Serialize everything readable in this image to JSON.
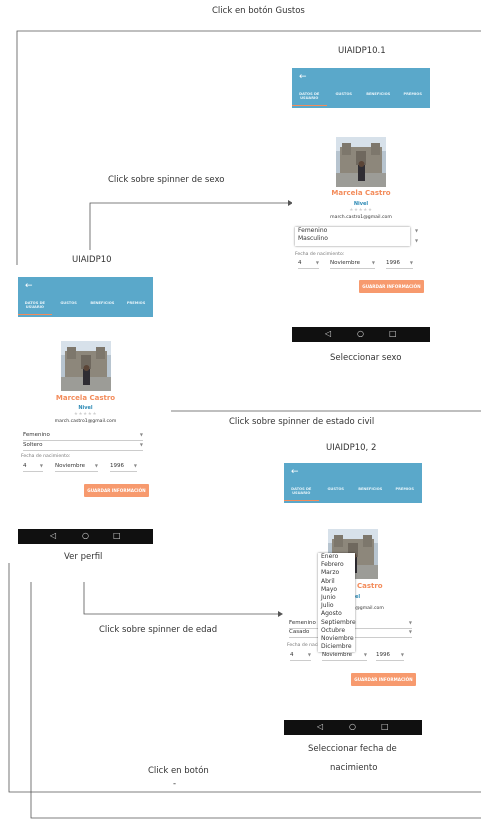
{
  "captions": {
    "top": "Click en botón Gustos",
    "screen1_title": "UIAIDP10.1",
    "click_sexo": "Click sobre spinner de sexo",
    "screen0_title": "UIAIDP10",
    "seleccionar_sexo": "Seleccionar sexo",
    "click_estado_civil": "Click sobre spinner de estado civil",
    "screen2_title": "UIAIDP10, 2",
    "ver_perfil": "Ver perfil",
    "click_edad": "Click sobre spinner de edad",
    "seleccionar_fecha_1": "Seleccionar fecha de",
    "seleccionar_fecha_2": "nacimiento",
    "click_boton": "Click en botón",
    "click_boton_2": "-"
  },
  "app": {
    "back_icon": "←",
    "tabs": [
      "DATOS DE USUARIO",
      "GUSTOS",
      "BENEFICIOS",
      "PREMIOS"
    ],
    "name": "Marcela Castro",
    "nivel": "Nivel",
    "stars": "★★★★★",
    "email": "march.castro1@gmail.com",
    "fecha_label": "Fecha de nacimiento:",
    "save_button": "GUARDAR INFORMACIÓN",
    "nav": {
      "back": "◁",
      "home": "○",
      "recent": "□"
    },
    "accent": "#5aa8ca",
    "orange": "#f38c5b"
  },
  "screen0": {
    "sexo": "Femenino",
    "estado_civil": "Soltero",
    "day": "4",
    "month": "Noviembre",
    "year": "1996"
  },
  "screen1": {
    "sexo_options": [
      "Femenino",
      "Masculino"
    ],
    "day": "4",
    "month": "Noviembre",
    "year": "1996"
  },
  "screen2": {
    "sexo": "Femenino",
    "estado_civil": "Casado",
    "fecha_label": "Fecha de nacim",
    "day": "4",
    "month": "Noviembre",
    "year": "1996",
    "months": [
      "Enero",
      "Febrero",
      "Marzo",
      "Abril",
      "Mayo",
      "Junio",
      "Julio",
      "Agosto",
      "Septiembre",
      "Octubre",
      "Noviembre",
      "Diciembre"
    ]
  }
}
